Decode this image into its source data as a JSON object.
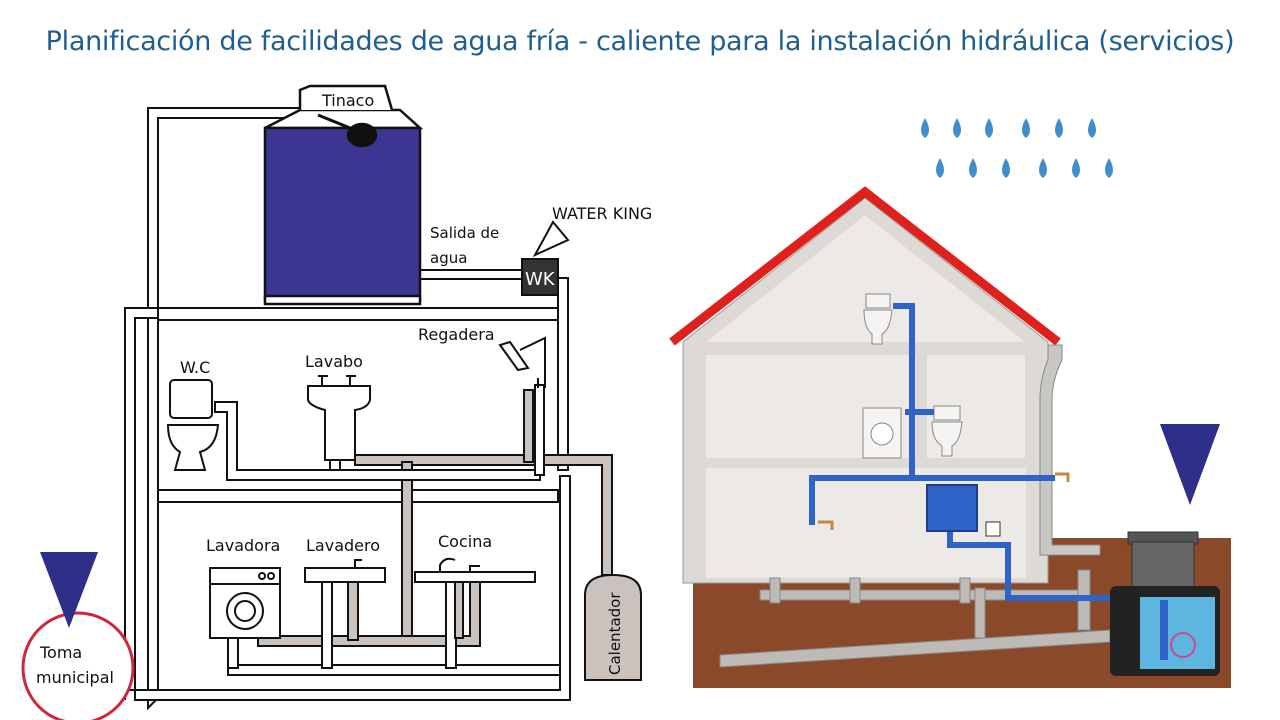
{
  "title": "Planificación de facilidades de agua fría - caliente para la instalación hidráulica (servicios)",
  "labels": {
    "tinaco": "Tinaco",
    "water_king": "WATER KING",
    "wk": "WK",
    "salida_line1": "Salida de",
    "salida_line2": "agua",
    "regadera": "Regadera",
    "wc": "W.C",
    "lavabo": "Lavabo",
    "lavadora": "Lavadora",
    "lavadero": "Lavadero",
    "cocina": "Cocina",
    "calentador": "Calentador",
    "toma_line1": "Toma",
    "toma_line2": "municipal"
  },
  "colors": {
    "title": "#1f5f8f",
    "tank_water": "#3c3592",
    "hot_pipe": "#c9c2bd",
    "cold_pipe": "#ffffff",
    "roof": "#e0201c",
    "house_wall": "#e8e6e3",
    "soil": "#8a4a2a",
    "blue_pipe": "#2f63c8",
    "drop": "#3f8ec9",
    "marker": "#2e2f88",
    "toma_circle": "#d0263a"
  }
}
